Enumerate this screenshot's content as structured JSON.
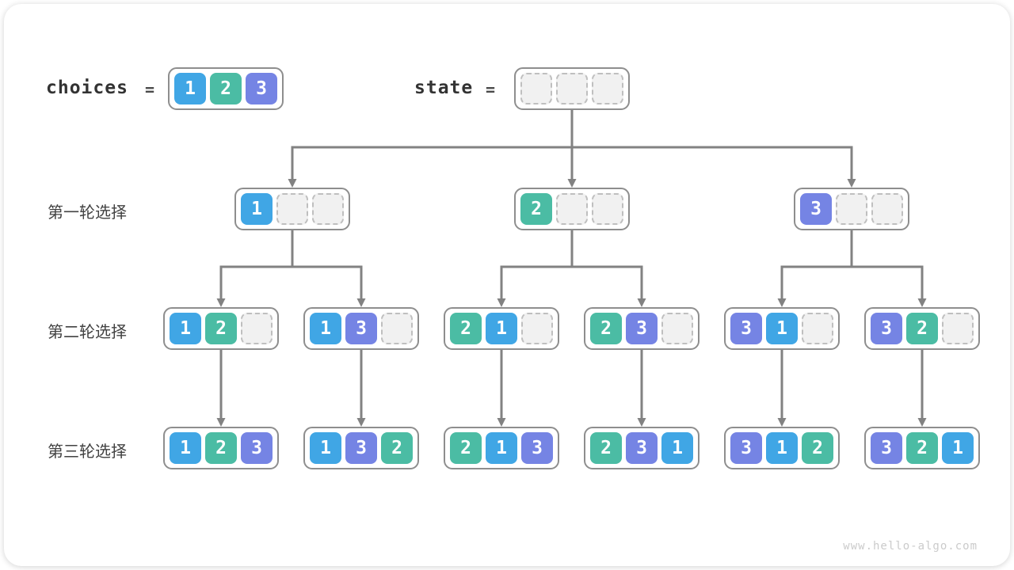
{
  "colors": {
    "cell1": "#40A6E5",
    "cell2": "#4BBCA4",
    "cell3": "#7584E4",
    "arrow": "#828282",
    "node_border": "#8E8E8E",
    "empty_cell_bg": "#F1F1F1"
  },
  "header": {
    "choices_label": "choices",
    "equals": "=",
    "choices_cells": [
      "1",
      "2",
      "3"
    ],
    "state_label": "state",
    "state_cells": [
      "",
      "",
      ""
    ]
  },
  "rows": [
    {
      "label": "第一轮选择",
      "nodes": [
        [
          "1",
          "",
          ""
        ],
        [
          "2",
          "",
          ""
        ],
        [
          "3",
          "",
          ""
        ]
      ]
    },
    {
      "label": "第二轮选择",
      "nodes": [
        [
          "1",
          "2",
          ""
        ],
        [
          "1",
          "3",
          ""
        ],
        [
          "2",
          "1",
          ""
        ],
        [
          "2",
          "3",
          ""
        ],
        [
          "3",
          "1",
          ""
        ],
        [
          "3",
          "2",
          ""
        ]
      ]
    },
    {
      "label": "第三轮选择",
      "nodes": [
        [
          "1",
          "2",
          "3"
        ],
        [
          "1",
          "3",
          "2"
        ],
        [
          "2",
          "1",
          "3"
        ],
        [
          "2",
          "3",
          "1"
        ],
        [
          "3",
          "1",
          "2"
        ],
        [
          "3",
          "2",
          "1"
        ]
      ]
    }
  ],
  "watermark": "www.hello-algo.com"
}
